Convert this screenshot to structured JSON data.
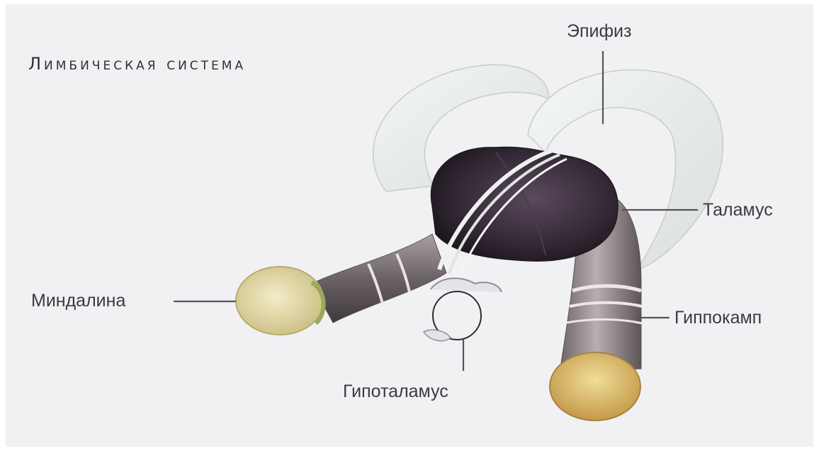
{
  "title": "Лимбическая система",
  "labels": {
    "epifiz": "Эпифиз",
    "talamus": "Таламус",
    "hippocampus": "Гиппокамп",
    "hypothalamus": "Гипоталамус",
    "amygdala": "Миндалина"
  },
  "colors": {
    "background": "#f1f1f4",
    "fornix": "#e6ebe8",
    "thalamus": "#3b2d3c",
    "hippocampus": "#8e8489",
    "amygdala": "#e3d9a6"
  }
}
